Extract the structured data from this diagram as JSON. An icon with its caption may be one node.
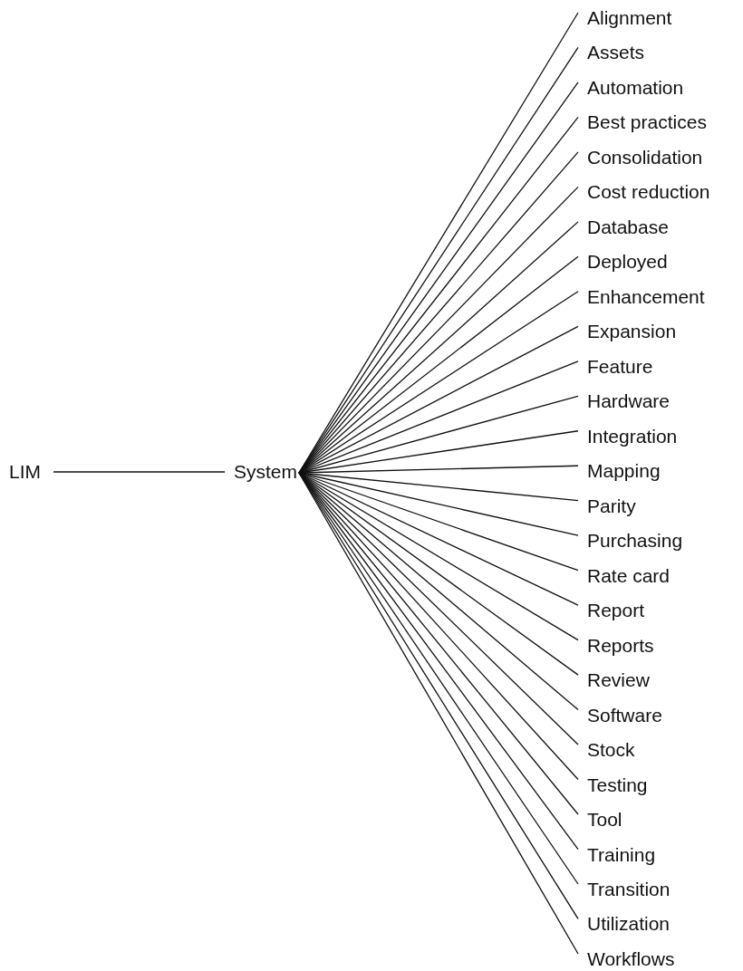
{
  "diagram": {
    "nodes": [
      {
        "text": [
          "LIM"
        ]
      },
      {
        "text": [
          "System"
        ]
      },
      {
        "text": [
          "Alignment"
        ]
      },
      {
        "text": [
          "Assets"
        ]
      },
      {
        "text": [
          "Automation"
        ]
      },
      {
        "text": [
          "Best practices"
        ]
      },
      {
        "text": [
          "Consolidation"
        ]
      },
      {
        "text": [
          "Cost reduction"
        ]
      },
      {
        "text": [
          "Database"
        ]
      },
      {
        "text": [
          "Deployed"
        ]
      },
      {
        "text": [
          "Enhancement"
        ]
      },
      {
        "text": [
          "Expansion"
        ]
      },
      {
        "text": [
          "Feature"
        ]
      },
      {
        "text": [
          "Hardware"
        ]
      },
      {
        "text": [
          "Integration"
        ]
      },
      {
        "text": [
          "Mapping"
        ]
      },
      {
        "text": [
          "Parity"
        ]
      },
      {
        "text": [
          "Purchasing"
        ]
      },
      {
        "text": [
          "Rate card"
        ]
      },
      {
        "text": [
          "Report"
        ]
      },
      {
        "text": [
          "Reports"
        ]
      },
      {
        "text": [
          "Review"
        ]
      },
      {
        "text": [
          "Software"
        ]
      },
      {
        "text": [
          "Stock"
        ]
      },
      {
        "text": [
          "Testing"
        ]
      },
      {
        "text": [
          "Tool"
        ]
      },
      {
        "text": [
          "Training"
        ]
      },
      {
        "text": [
          "Transition"
        ]
      },
      {
        "text": [
          "Utilization"
        ]
      },
      {
        "text": [
          "Workflows"
        ]
      }
    ],
    "edges": [
      {
        "from": 0,
        "to": 1,
        "arrow": "none"
      },
      {
        "from": 1,
        "to": 2,
        "arrow": "none"
      },
      {
        "from": 1,
        "to": 3,
        "arrow": "none"
      },
      {
        "from": 1,
        "to": 4,
        "arrow": "none"
      },
      {
        "from": 1,
        "to": 5,
        "arrow": "none"
      },
      {
        "from": 1,
        "to": 6,
        "arrow": "none"
      },
      {
        "from": 1,
        "to": 7,
        "arrow": "none"
      },
      {
        "from": 1,
        "to": 8,
        "arrow": "none"
      },
      {
        "from": 1,
        "to": 9,
        "arrow": "none"
      },
      {
        "from": 1,
        "to": 10,
        "arrow": "none"
      },
      {
        "from": 1,
        "to": 11,
        "arrow": "none"
      },
      {
        "from": 1,
        "to": 12,
        "arrow": "none"
      },
      {
        "from": 1,
        "to": 13,
        "arrow": "none"
      },
      {
        "from": 1,
        "to": 14,
        "arrow": "none"
      },
      {
        "from": 1,
        "to": 15,
        "arrow": "none"
      },
      {
        "from": 1,
        "to": 16,
        "arrow": "none"
      },
      {
        "from": 1,
        "to": 17,
        "arrow": "none"
      },
      {
        "from": 1,
        "to": 18,
        "arrow": "none"
      },
      {
        "from": 1,
        "to": 19,
        "arrow": "none"
      },
      {
        "from": 1,
        "to": 20,
        "arrow": "none"
      },
      {
        "from": 1,
        "to": 21,
        "arrow": "none"
      },
      {
        "from": 1,
        "to": 22,
        "arrow": "none"
      },
      {
        "from": 1,
        "to": 23,
        "arrow": "none"
      },
      {
        "from": 1,
        "to": 24,
        "arrow": "none"
      },
      {
        "from": 1,
        "to": 25,
        "arrow": "none"
      },
      {
        "from": 1,
        "to": 26,
        "arrow": "none"
      },
      {
        "from": 1,
        "to": 27,
        "arrow": "none"
      },
      {
        "from": 1,
        "to": 28,
        "arrow": "none"
      },
      {
        "from": 1,
        "to": 29,
        "arrow": "none"
      }
    ]
  }
}
